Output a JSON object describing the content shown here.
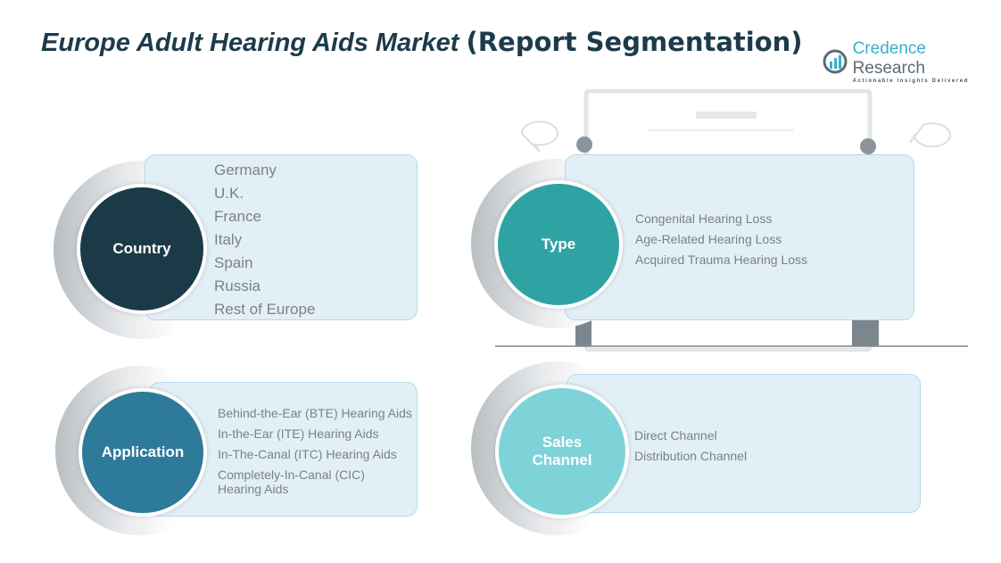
{
  "title": {
    "part1": "Europe Adult Hearing Aids Market",
    "part2": "(Report Segmentation)"
  },
  "logo": {
    "name1": "Credence",
    "name2": "Research",
    "tagline": "Actionable Insights Delivered"
  },
  "colors": {
    "country": "#1b3a47",
    "type": "#2fa3a3",
    "application": "#2e7a9a",
    "sales": "#7dd3d8",
    "panel": "#e2eff6"
  },
  "segments": {
    "country": {
      "label": "Country",
      "items": [
        "Germany",
        "U.K.",
        "France",
        "Italy",
        "Spain",
        "Russia",
        "Rest of Europe"
      ]
    },
    "type": {
      "label": "Type",
      "items": [
        "Congenital Hearing Loss",
        "Age-Related Hearing Loss",
        "Acquired Trauma Hearing Loss"
      ]
    },
    "application": {
      "label": "Application",
      "items": [
        "Behind-the-Ear (BTE) Hearing Aids",
        "In-the-Ear (ITE) Hearing Aids",
        "In-The-Canal (ITC) Hearing Aids",
        "Completely-In-Canal (CIC) Hearing Aids"
      ]
    },
    "sales": {
      "label": "Sales Channel",
      "items": [
        "Direct Channel",
        "Distribution Channel"
      ]
    }
  }
}
